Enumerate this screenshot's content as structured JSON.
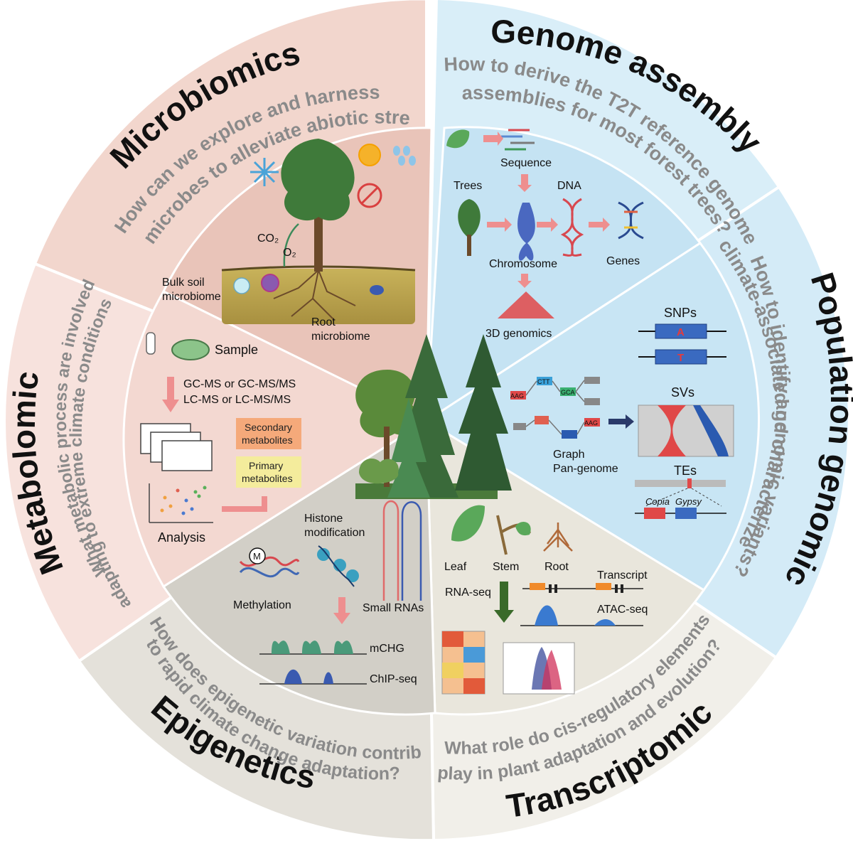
{
  "sections": {
    "microbiomics": {
      "title": "Microbiomics",
      "question_line1": "How can we explore and harness",
      "question_line2": "microbes to alleviate abiotic stresses?",
      "labels": {
        "co2": "CO₂",
        "o2": "O₂",
        "bulk1": "Bulk soil",
        "bulk2": "microbiome",
        "root1": "Root",
        "root2": "microbiome"
      }
    },
    "genome_assembly": {
      "title": "Genome assembly",
      "question_line1": "How to derive the T2T reference genome",
      "question_line2": "assemblies for most forest trees?",
      "labels": {
        "trees": "Trees",
        "sequence": "Sequence",
        "dna": "DNA",
        "chromosome": "Chromosome",
        "genes": "Genes",
        "genomics3d": "3D genomics"
      }
    },
    "population_genomics": {
      "title": "Population genomics",
      "question_line1": "How to identify and characterize",
      "question_line2": "climate-associated genomic variants?",
      "labels": {
        "snps": "SNPs",
        "svs": "SVs",
        "tes": "TEs",
        "allele_a": "A",
        "allele_t": "T",
        "graph1": "Graph",
        "graph2": "Pan-genome",
        "copia": "Copia",
        "gypsy": "Gypsy",
        "nodes": [
          "AAG",
          "CTT",
          "GCA",
          "AAG"
        ]
      }
    },
    "metabolomics": {
      "title": "Metabolomics",
      "question_line1": "What metabolic process are involved in",
      "question_line2": "adapting to extreme climate conditions?",
      "labels": {
        "sample": "Sample",
        "method1": "GC-MS or GC-MS/MS",
        "method2": "LC-MS or LC-MS/MS",
        "secondary1": "Secondary",
        "secondary2": "metabolites",
        "primary1": "Primary",
        "primary2": "metabolites",
        "analysis": "Analysis"
      }
    },
    "epigenetics": {
      "title": "Epigenetics",
      "question_line1": "How does epigenetic variation contribute",
      "question_line2": "to rapid climate change adaptation?",
      "labels": {
        "m": "M",
        "methylation": "Methylation",
        "histone1": "Histone",
        "histone2": "modification",
        "small_rnas": "Small RNAs",
        "mchg": "mCHG",
        "chipseq": "ChIP-seq"
      }
    },
    "transcriptomics": {
      "title": "Transcriptomics",
      "question_line1": "What role do cis-regulatory elements",
      "question_line2": "play in plant adaptation and evolution?",
      "labels": {
        "leaf": "Leaf",
        "stem": "Stem",
        "root": "Root",
        "rnaseq": "RNA-seq",
        "transcript": "Transcript",
        "atacseq": "ATAC-seq"
      }
    }
  },
  "colors": {
    "microbiomics_outer": "#f2d6cd",
    "microbiomics_inner": "#e9c4b9",
    "genome_outer": "#d9eef8",
    "genome_inner": "#c5e3f3",
    "popgen_outer": "#d9eef8",
    "popgen_inner": "#c5e3f3",
    "metab_outer": "#f7e2dd",
    "metab_inner": "#f3d8d1",
    "epi_outer": "#e4e1da",
    "epi_inner": "#d2cfc7",
    "transcript_outer": "#f1efe9",
    "transcript_inner": "#e9e6dc",
    "accent_arrow": "#ee8f8f",
    "secondary_box": "#f5a97a",
    "primary_box": "#f4ec9c",
    "tree_green": "#3f7a3a",
    "dna_red": "#d8484f",
    "dna_blue": "#4068b4"
  }
}
